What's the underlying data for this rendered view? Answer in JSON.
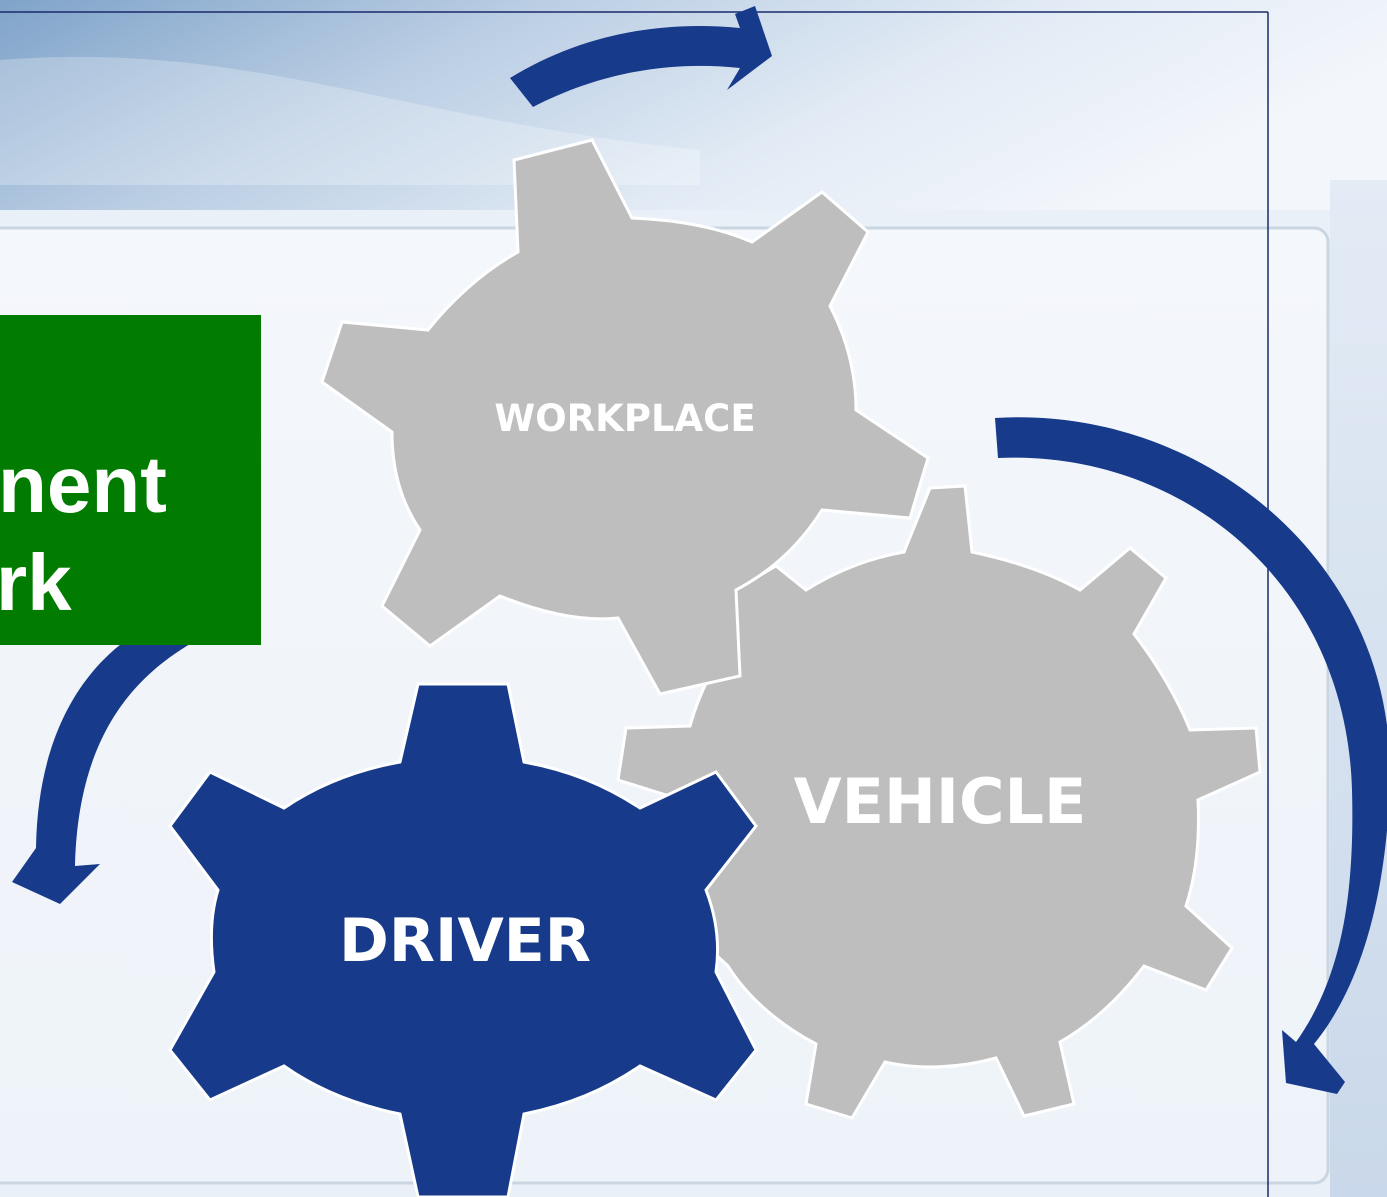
{
  "title_box": {
    "line1": "nent",
    "line2": "rk",
    "color": "#017c01"
  },
  "gears": {
    "workplace": {
      "label": "WORKPLACE",
      "color": "#bebebe"
    },
    "vehicle": {
      "label": "VEHICLE",
      "color": "#bebebe"
    },
    "driver": {
      "label": "DRIVER",
      "color": "#173a8a"
    }
  },
  "colors": {
    "arrow": "#173a8a",
    "panel_border": "#c9d6e2",
    "frame_line": "#1b2a6b"
  }
}
